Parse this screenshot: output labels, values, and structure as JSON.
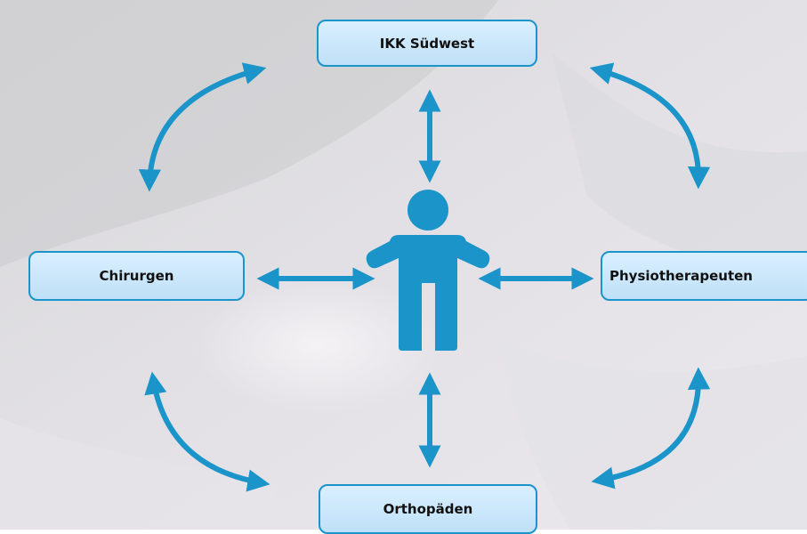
{
  "nodes": {
    "top": "IKK Südwest",
    "left": "Chirurgen",
    "right": "Physiotherapeuten",
    "bottom": "Orthopäden"
  },
  "colors": {
    "accent": "#1a94c9",
    "box_fill": "#cde8fb"
  },
  "icons": {
    "center": "person-icon"
  }
}
